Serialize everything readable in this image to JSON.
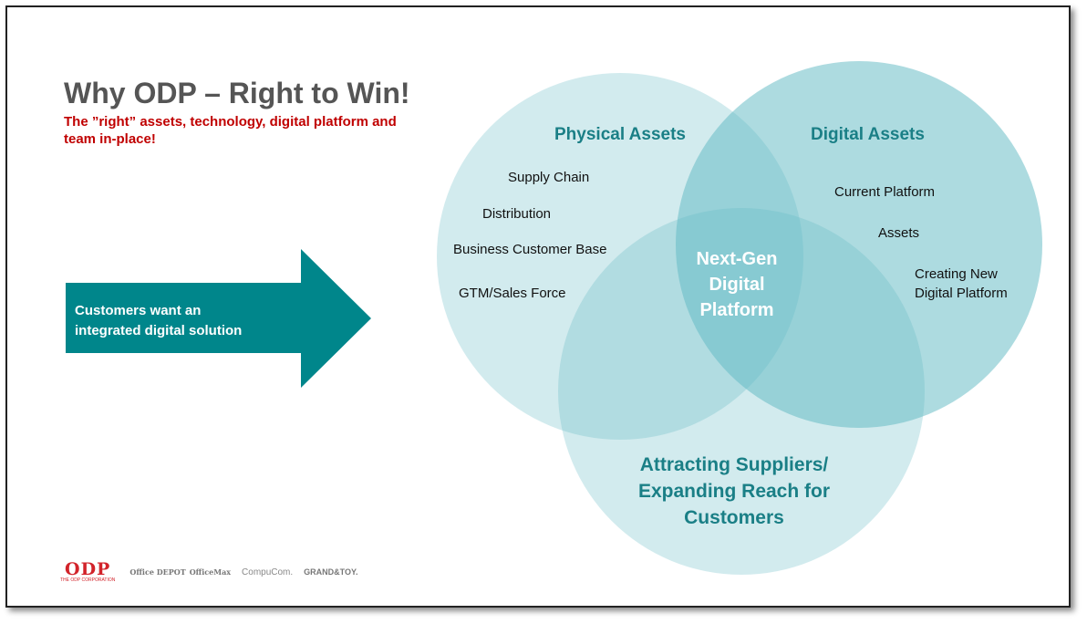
{
  "title": "Why ODP – Right to Win!",
  "subtitle": "The ”right” assets, technology, digital platform and team in-place!",
  "arrow": {
    "line1": "Customers want an",
    "line2": "integrated digital solution",
    "color": "#00868b"
  },
  "venn": {
    "physical": {
      "title": "Physical Assets",
      "items": [
        "Supply Chain",
        "Distribution",
        "Business Customer Base",
        "GTM/Sales Force"
      ]
    },
    "digital": {
      "title": "Digital Assets",
      "items": [
        "Current Platform",
        "Assets",
        "Creating New",
        "Digital Platform"
      ]
    },
    "center": {
      "line1": "Next-Gen",
      "line2": "Digital",
      "line3": "Platform"
    },
    "bottom": {
      "line1": "Attracting Suppliers/",
      "line2": "Expanding Reach for",
      "line3": "Customers"
    }
  },
  "logos": {
    "odp": "ODP",
    "odp_sub": "THE ODP CORPORATION",
    "brands": [
      "Office DEPOT",
      "OfficeMax",
      "CompuCom.",
      "GRAND&TOY."
    ]
  }
}
